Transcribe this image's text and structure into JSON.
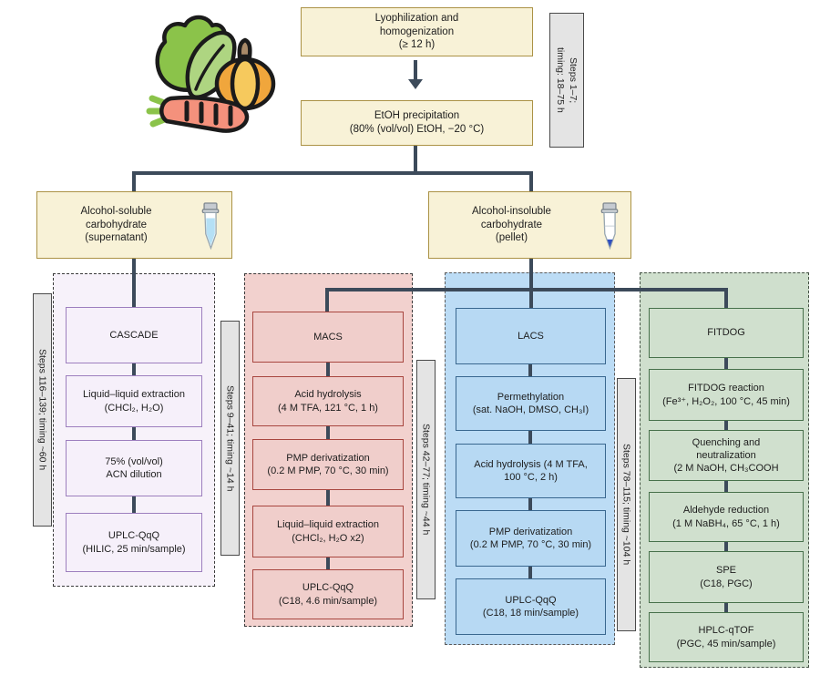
{
  "flow": {
    "lyophilization": "Lyophilization and\nhomogenization\n(≥ 12 h)",
    "etoh": "EtOH precipitation\n(80% (vol/vol) EtOH, −20 °C)",
    "steps_1_7_label": "Steps 1–7;\ntiming: 18–75 h",
    "soluble": "Alcohol-soluble\ncarbohydrate\n(supernatant)",
    "insoluble": "Alcohol-insoluble\ncarbohydrate\n(pellet)"
  },
  "columns": [
    {
      "name": "CASCADE",
      "timing": "Steps 116–139; timing ~60 h",
      "steps": [
        "CASCADE",
        "Liquid–liquid extraction\n(CHCl₂, H₂O)",
        "75% (vol/vol)\nACN dilution",
        "UPLC-QqQ\n(HILIC, 25 min/sample)"
      ]
    },
    {
      "name": "MACS",
      "timing": "Steps 9–41; timing ~14 h",
      "steps": [
        "MACS",
        "Acid hydrolysis\n(4 M TFA, 121 °C, 1 h)",
        "PMP derivatization\n(0.2 M PMP, 70 °C, 30 min)",
        "Liquid–liquid extraction\n(CHCl₂, H₂O x2)",
        "UPLC-QqQ\n(C18, 4.6 min/sample)"
      ]
    },
    {
      "name": "LACS",
      "timing": "Steps 42–77; timing ~44 h",
      "steps": [
        "LACS",
        "Permethylation\n(sat. NaOH, DMSO, CH₃I)",
        "Acid hydrolysis (4 M TFA,\n100 °C, 2 h)",
        "PMP derivatization\n(0.2 M PMP, 70 °C, 30 min)",
        "UPLC-QqQ\n(C18, 18 min/sample)"
      ]
    },
    {
      "name": "FITDOG",
      "timing": "Steps 78–115; timing ~104 h",
      "steps": [
        "FITDOG",
        "FITDOG reaction\n(Fe³⁺, H₂O₂, 100 °C, 45 min)",
        "Quenching and\nneutralization\n(2 M NaOH, CH₃COOH",
        "Aldehyde reduction\n(1 M NaBH₄, 65 °C, 1 h)",
        "SPE\n(C18, PGC)",
        "HPLC-qTOF\n(PGC, 45 min/sample)"
      ]
    }
  ],
  "icons": {
    "vegetables": "vegetables-illustration",
    "tube_liquid": "microcentrifuge-tube-with-supernatant",
    "tube_pellet": "microcentrifuge-tube-with-pellet"
  },
  "colors": {
    "connector": "#3c4a5a",
    "yellow_fill": "#f8f2d7",
    "yellow_border": "#ab9245",
    "cascade_fill": "#f6f0fa",
    "cascade_border": "#9d7fbe",
    "macs_panel": "#f2d1ce",
    "macs_border": "#a8463f",
    "lacs_panel": "#bcdcf5",
    "lacs_border": "#39678f",
    "fitdog_panel": "#cfdfcd",
    "fitdog_border": "#47714b",
    "timing_label_fill": "#e4e4e4"
  }
}
